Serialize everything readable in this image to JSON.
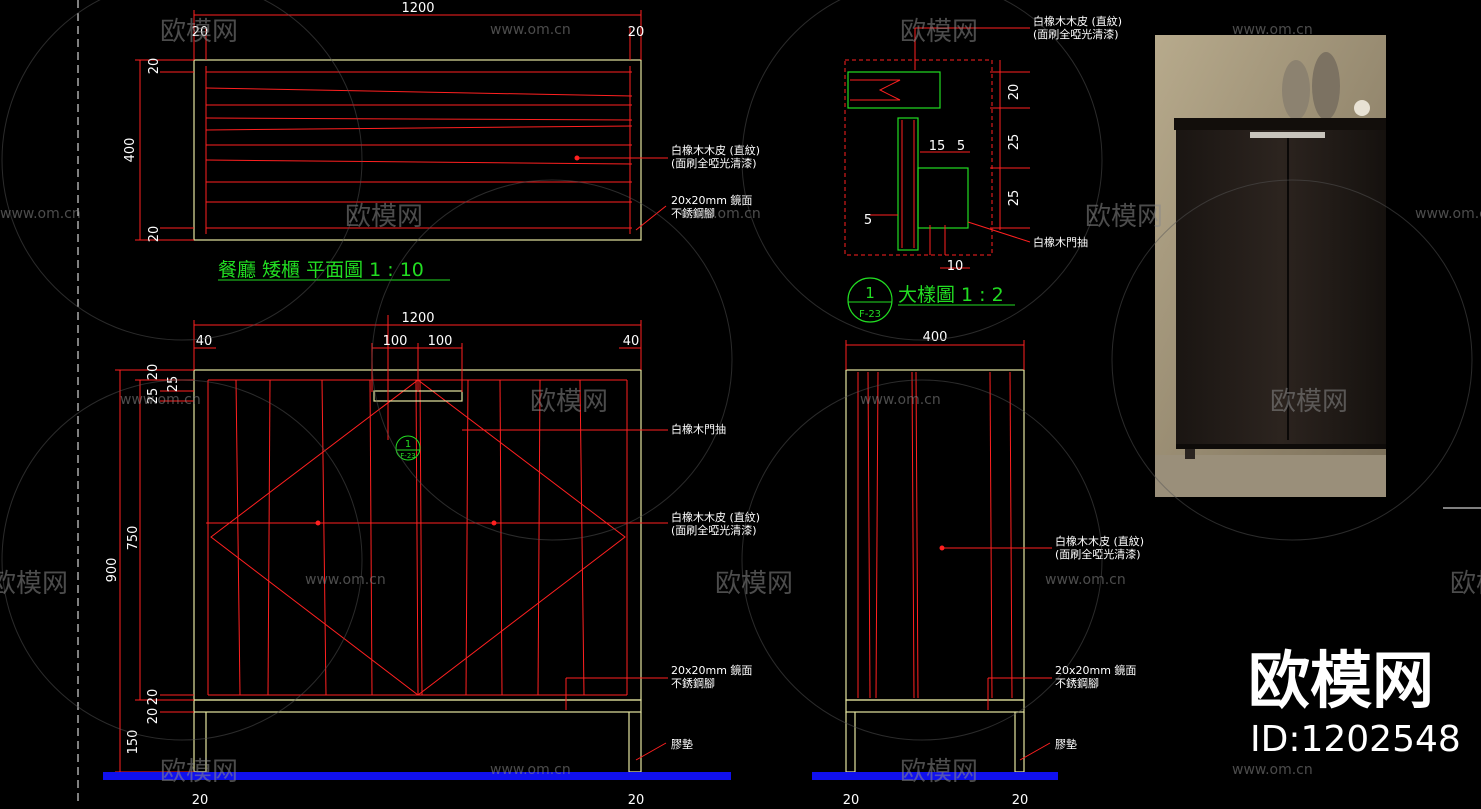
{
  "plan_view": {
    "title": "餐廳 矮櫃 平面圖 1 : 10",
    "dim_width": "1200",
    "dim_left": "20",
    "dim_right": "20",
    "dim_depth": "400",
    "dim_top": "20",
    "dim_bottom": "20",
    "note_veneer_1": "白橡木木皮 (直紋)",
    "note_veneer_2": "(面刷全啞光清漆)",
    "note_foot_1": "20x20mm 鏡面",
    "note_foot_2": "不銹鋼腳"
  },
  "detail_view": {
    "title": "大樣圖 1 : 2",
    "callout_num": "1",
    "callout_ref": "F-23",
    "dim_20": "20",
    "dim_25a": "25",
    "dim_25b": "25",
    "dim_15": "15",
    "dim_5a": "5",
    "dim_5b": "5",
    "dim_10": "10",
    "note_veneer_1": "白橡木木皮 (直紋)",
    "note_veneer_2": "(面刷全啞光清漆)",
    "note_handle": "白橡木門抽"
  },
  "front_elevation": {
    "dim_width": "1200",
    "dim_left": "40",
    "dim_right": "40",
    "dim_h1": "100",
    "dim_h2": "100",
    "dim_total": "900",
    "dim_body": "750",
    "dim_top_20": "20",
    "dim_top_25a": "25",
    "dim_top_25b": "25",
    "dim_mid_20a": "20",
    "dim_mid_20b": "20",
    "dim_leg": "150",
    "dim_bot_left": "20",
    "dim_bot_right": "20",
    "callout_num": "1",
    "callout_ref": "F-23",
    "note_handle": "白橡木門抽",
    "note_veneer_1": "白橡木木皮 (直紋)",
    "note_veneer_2": "(面刷全啞光清漆)",
    "note_foot_1": "20x20mm 鏡面",
    "note_foot_2": "不銹鋼腳",
    "note_pad": "膠墊"
  },
  "side_elevation": {
    "dim_depth": "400",
    "dim_bot_left": "20",
    "dim_bot_right": "20",
    "note_veneer_1": "白橡木木皮 (直紋)",
    "note_veneer_2": "(面刷全啞光清漆)",
    "note_foot_1": "20x20mm 鏡面",
    "note_foot_2": "不銹鋼腳",
    "note_pad": "膠墊"
  },
  "watermark": {
    "logo_text": "欧模网",
    "url_text": "www.om.cn"
  },
  "brand": {
    "name": "欧模网",
    "id": "ID:1202548"
  },
  "colors": {
    "background": "#000000",
    "outline": "#e6e6a0",
    "detail": "#ff2020",
    "title": "#22dd22",
    "floor": "#1010ee"
  }
}
